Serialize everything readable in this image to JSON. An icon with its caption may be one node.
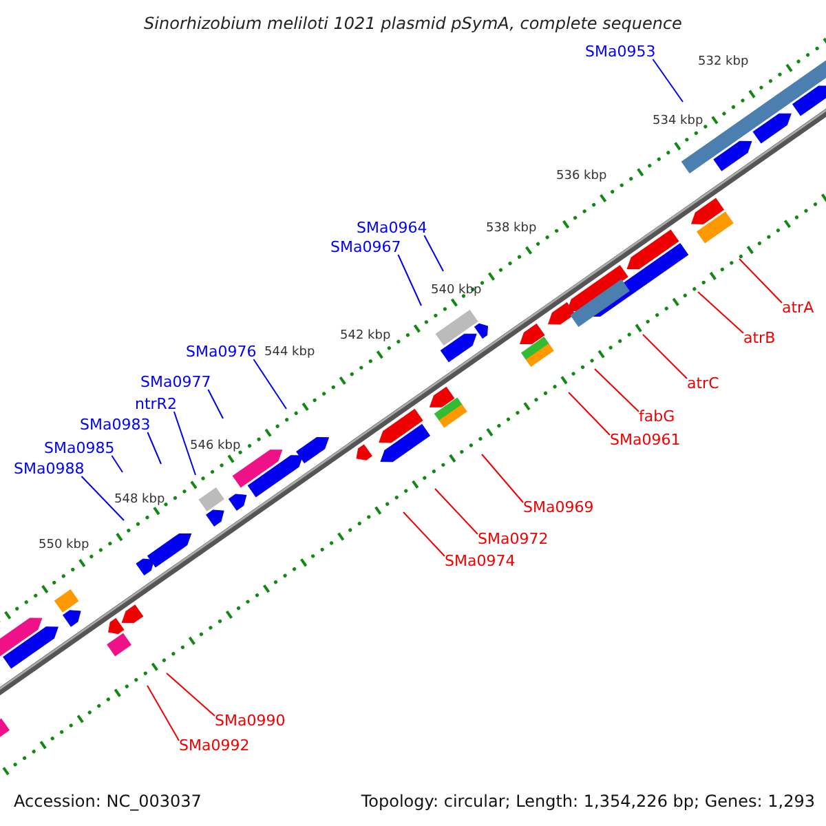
{
  "diagram": {
    "title": "Sinorhizobium meliloti 1021 plasmid pSymA, complete sequence",
    "nodes": [
      {
        "text": [
          "SMa0953"
        ]
      },
      {
        "text": [
          "SMa0964"
        ]
      },
      {
        "text": [
          "SMa0967"
        ]
      },
      {
        "text": [
          "SMa0976"
        ]
      },
      {
        "text": [
          "SMa0977"
        ]
      },
      {
        "text": [
          "ntrR2"
        ]
      },
      {
        "text": [
          "SMa0983"
        ]
      },
      {
        "text": [
          "SMa0985"
        ]
      },
      {
        "text": [
          "SMa0988"
        ]
      },
      {
        "text": [
          "atrA"
        ]
      },
      {
        "text": [
          "atrB"
        ]
      },
      {
        "text": [
          "atrC"
        ]
      },
      {
        "text": [
          "fabG"
        ]
      },
      {
        "text": [
          "SMa0961"
        ]
      },
      {
        "text": [
          "SMa0969"
        ]
      },
      {
        "text": [
          "SMa0972"
        ]
      },
      {
        "text": [
          "SMa0974"
        ]
      },
      {
        "text": [
          "SMa0990"
        ]
      },
      {
        "text": [
          "SMa0992"
        ]
      }
    ],
    "edges": [
      {
        "from": 0,
        "to": null,
        "arrow": "none",
        "color": "#0000ee"
      },
      {
        "from": 1,
        "to": null,
        "arrow": "none",
        "color": "#0000ee"
      },
      {
        "from": 2,
        "to": null,
        "arrow": "none",
        "color": "#0000ee"
      },
      {
        "from": 3,
        "to": null,
        "arrow": "none",
        "color": "#0000ee"
      },
      {
        "from": 4,
        "to": null,
        "arrow": "none",
        "color": "#0000ee"
      },
      {
        "from": 5,
        "to": null,
        "arrow": "none",
        "color": "#0000ee"
      },
      {
        "from": 6,
        "to": null,
        "arrow": "none",
        "color": "#0000ee"
      },
      {
        "from": 7,
        "to": null,
        "arrow": "none",
        "color": "#0000ee"
      },
      {
        "from": 8,
        "to": null,
        "arrow": "none",
        "color": "#0000ee"
      },
      {
        "from": 9,
        "to": null,
        "arrow": "none"
      },
      {
        "from": 10,
        "to": null,
        "arrow": "none"
      },
      {
        "from": 11,
        "to": null,
        "arrow": "none"
      },
      {
        "from": 12,
        "to": null,
        "arrow": "none"
      },
      {
        "from": 13,
        "to": null,
        "arrow": "none"
      },
      {
        "from": 14,
        "to": null,
        "arrow": "none"
      },
      {
        "from": 15,
        "to": null,
        "arrow": "none"
      },
      {
        "from": 16,
        "to": null,
        "arrow": "none"
      },
      {
        "from": 17,
        "to": null,
        "arrow": "none"
      },
      {
        "from": 18,
        "to": null,
        "arrow": "none"
      }
    ],
    "labels": [
      "532 kbp",
      "534 kbp",
      "536 kbp",
      "538 kbp",
      "540 kbp",
      "542 kbp",
      "544 kbp",
      "546 kbp",
      "548 kbp",
      "550 kbp",
      "Accession: NC_003037",
      "Topology: circular; Length: 1,354,226 bp; Genes: 1,293"
    ]
  }
}
